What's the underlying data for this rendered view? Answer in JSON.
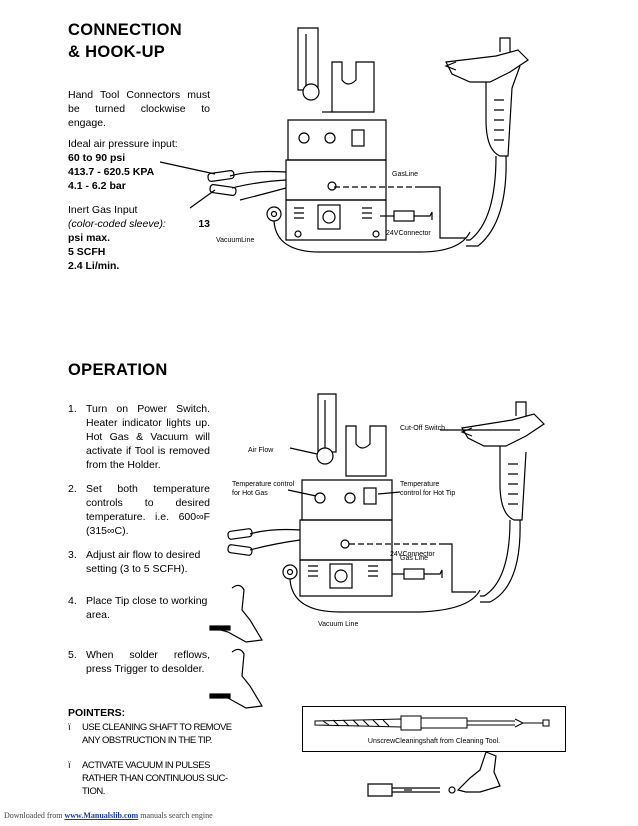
{
  "connection": {
    "title_line1": "CONNECTION",
    "title_line2": "& HOOK-UP",
    "intro": "Hand Tool Connectors must be turned clockwise to engage.",
    "air_pressure": {
      "label": "Ideal air pressure input:",
      "psi": "60 to 90 psi",
      "kpa": "413.7 - 620.5 KPA",
      "bar": "4.1 - 6.2 bar"
    },
    "inert_gas": {
      "label": "Inert Gas Input",
      "sleeve": "(color-coded sleeve):",
      "max_num": "13",
      "max_unit": "psi max.",
      "scfh": "5 SCFH",
      "lmin": "2.4 Li/min."
    },
    "diagram_labels": {
      "gas_line": "GasLine",
      "connector": "24VConnector",
      "vacuum_line": "VacuumLine"
    }
  },
  "operation": {
    "title": "OPERATION",
    "steps": [
      {
        "num": "1.",
        "text": "Turn on Power Switch. Heater indicator lights up. Hot Gas & Vacuum will activate if Tool is removed from the Holder."
      },
      {
        "num": "2.",
        "text": "Set both temperature controls to desired temperature. i.e. 600∞F (315∞C)."
      },
      {
        "num": "3.",
        "text": "Adjust air flow to desired setting (3 to 5 SCFH)."
      },
      {
        "num": "4.",
        "text": "Place Tip close to working area."
      },
      {
        "num": "5.",
        "text": "When solder reflows, press Trigger to desolder."
      }
    ],
    "diagram_labels": {
      "cutoff_switch": "Cut-Off Switch",
      "air_flow": "Air Flow",
      "temp_hot_gas": "Temperature control for Hot Gas",
      "temp_hot_tip": "Temperature control for Hot Tip",
      "gas_line": "Gas Line",
      "connector": "24VConnector",
      "vacuum_line": "Vacuum Line"
    }
  },
  "pointers": {
    "title": "POINTERS:",
    "bullet": "ï",
    "items": [
      {
        "line1": "USE CLEANING SHAFT TO REMOVE",
        "line2": "ANY OBSTRUCTION IN THE TIP."
      },
      {
        "line1": "ACTIVATE VACUUM IN PULSES",
        "line2": "RATHER THAN CONTINUOUS SUC-",
        "line3": "TION."
      }
    ],
    "cleaning_caption": "UnscrewCleaningshaft from Cleaning Tool."
  },
  "footer": {
    "prefix": "Downloaded from",
    "link": "www.Manualslib.com",
    "suffix": "manuals search engine"
  }
}
